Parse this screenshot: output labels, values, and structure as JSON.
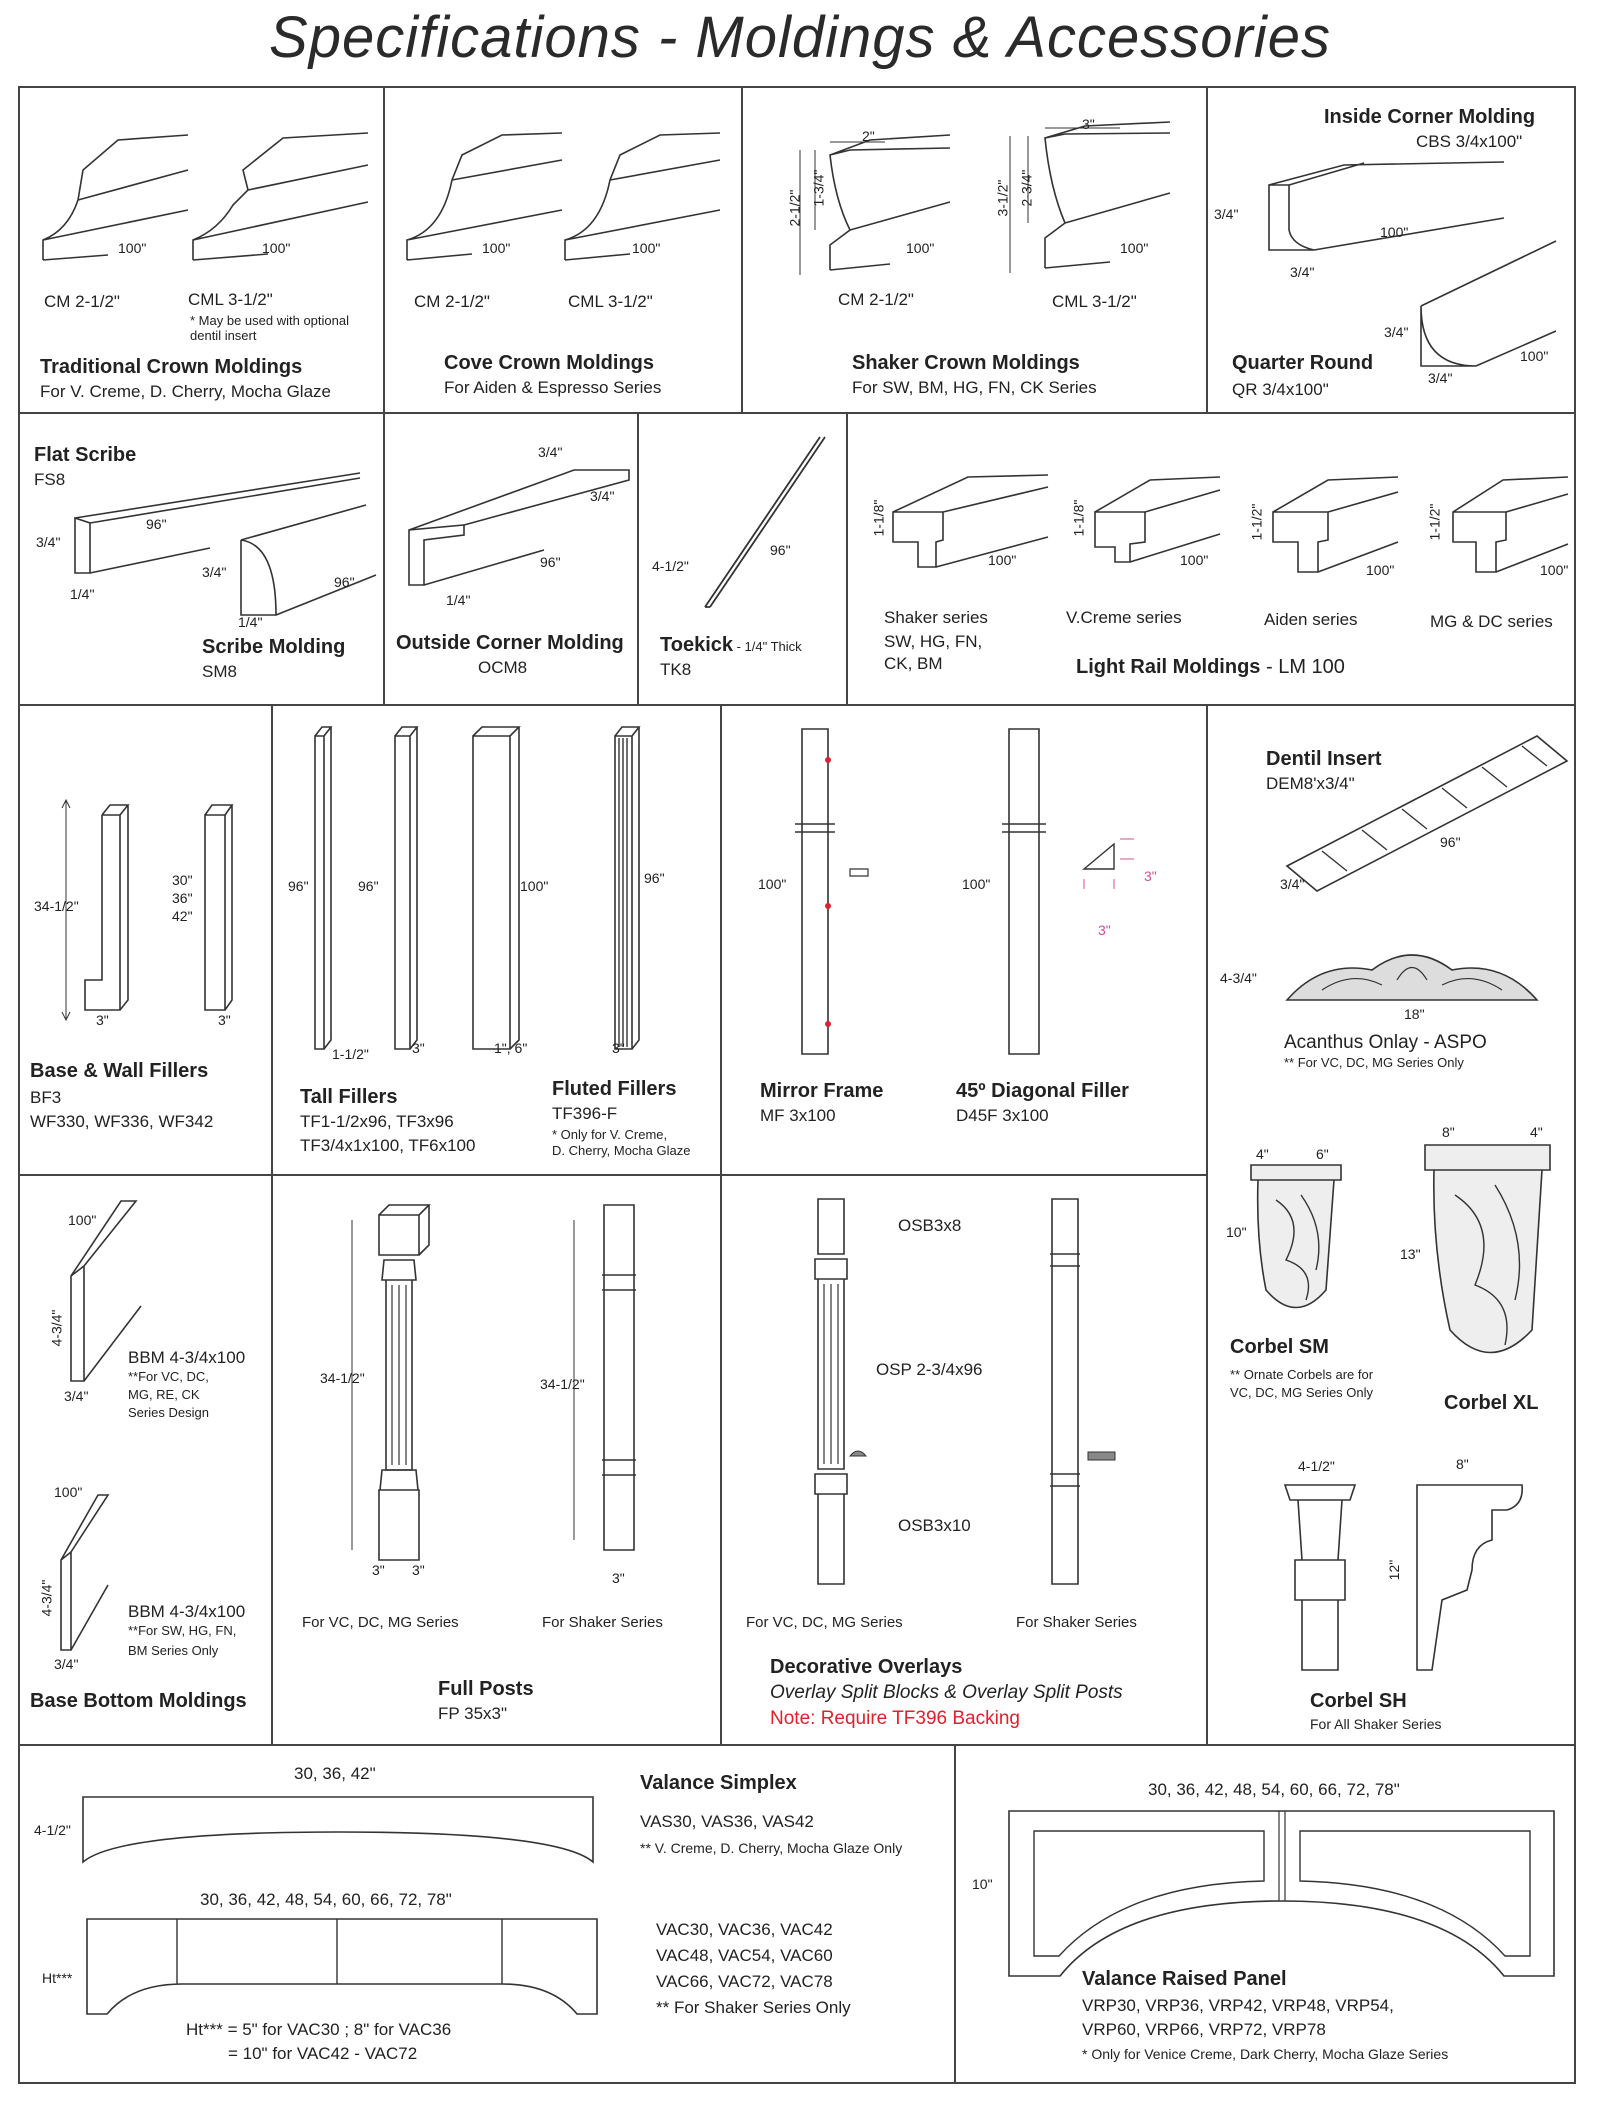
{
  "title": "Specifications - Moldings & Accessories",
  "row1": {
    "traditional": {
      "a": "CM 2-1/2\"",
      "b": "CML 3-1/2\"",
      "note": "* May be used with optional dentil insert",
      "heading": "Traditional Crown Moldings",
      "sub": "For V. Creme, D. Cherry, Mocha Glaze",
      "len": "100\""
    },
    "cove": {
      "a": "CM 2-1/2\"",
      "b": "CML 3-1/2\"",
      "heading": "Cove Crown Moldings",
      "sub": "For Aiden & Espresso Series",
      "len": "100\""
    },
    "shaker": {
      "a": "CM 2-1/2\"",
      "b": "CML 3-1/2\"",
      "heading": "Shaker Crown Moldings",
      "sub": "For SW, BM, HG, FN, CK Series",
      "d1": "2\"",
      "d2": "3\"",
      "d3": "2-1/2\"",
      "d4": "1-3/4\"",
      "d5": "3-1/2\"",
      "d6": "2-3/4\"",
      "len": "100\""
    },
    "corner": {
      "heading": "Inside Corner Molding",
      "code": "CBS 3/4x100\"",
      "qr_heading": "Quarter Round",
      "qr_code": "QR 3/4x100\"",
      "d34": "3/4\"",
      "len": "100\""
    }
  },
  "row2": {
    "flat": {
      "heading": "Flat Scribe",
      "code": "FS8",
      "d1": "3/4\"",
      "d2": "1/4\"",
      "len": "96\""
    },
    "scribe": {
      "heading": "Scribe Molding",
      "code": "SM8",
      "d1": "3/4\"",
      "d2": "1/4\"",
      "len": "96\""
    },
    "ocm": {
      "heading": "Outside Corner Molding",
      "code": "OCM8",
      "d1": "3/4\"",
      "d2": "1/4\"",
      "len": "96\""
    },
    "toekick": {
      "heading": "Toekick",
      "note": " - 1/4\" Thick",
      "code": "TK8",
      "d": "4-1/2\"",
      "len": "96\""
    },
    "light": {
      "s1": "Shaker series",
      "s1b": "SW, HG, FN,",
      "s1c": "CK, BM",
      "s2": "V.Creme series",
      "s3": "Aiden series",
      "s4": "MG & DC series",
      "heading": "Light Rail Moldings",
      "code": " -  LM 100",
      "d1": "1-1/8\"",
      "d3": "1-1/2\"",
      "len": "100\""
    }
  },
  "row3": {
    "base": {
      "heading": "Base & Wall Fillers",
      "code1": "BF3",
      "code2": "WF330, WF336, WF342",
      "h": "34-1/2\"",
      "w": "3\"",
      "h2a": "30\"",
      "h2b": "36\"",
      "h2c": "42\""
    },
    "tall": {
      "heading": "Tall Fillers",
      "code1": "TF1-1/2x96, TF3x96",
      "code2": "TF3/4x1x100, TF6x100",
      "l96": "96\"",
      "l100": "100\"",
      "w1": "1-1/2\"",
      "w2": "3\"",
      "w3": "1\", 6\""
    },
    "fluted": {
      "heading": "Fluted Fillers",
      "code": "TF396-F",
      "note1": "* Only for V. Creme,",
      "note2": "D. Cherry, Mocha Glaze",
      "len": "96\"",
      "w": "3\""
    },
    "mirror": {
      "heading": "Mirror Frame",
      "code": "MF 3x100",
      "len": "100\""
    },
    "diag": {
      "heading": "45º Diagonal Filler",
      "code": "D45F 3x100",
      "len": "100\"",
      "d": "3\""
    },
    "dentil": {
      "heading": "Dentil Insert",
      "code": "DEM8'x3/4\"",
      "len": "96\"",
      "d": "3/4\""
    },
    "acanthus": {
      "heading": "Acanthus Onlay - ASPO",
      "note": "** For VC, DC, MG Series Only",
      "h": "4-3/4\"",
      "w": "18\""
    }
  },
  "row4": {
    "bbm1": {
      "code": "BBM 4-3/4x100",
      "n1": "**For VC, DC,",
      "n2": "MG, RE, CK",
      "n3": "Series Design",
      "h": "4-3/4\"",
      "w": "3/4\"",
      "len": "100\""
    },
    "bbm2": {
      "code": "BBM 4-3/4x100",
      "n1": "**For SW, HG, FN,",
      "n2": "BM Series Only",
      "h": "4-3/4\"",
      "w": "3/4\"",
      "len": "100\""
    },
    "bbm_heading": "Base Bottom Moldings",
    "posts": {
      "heading": "Full Posts",
      "code": "FP 35x3\"",
      "for1": "For VC, DC, MG Series",
      "for2": "For Shaker Series",
      "h": "34-1/2\"",
      "w": "3\""
    },
    "overlays": {
      "osb8": "OSB3x8",
      "osp": "OSP 2-3/4x96",
      "osb10": "OSB3x10",
      "for1": "For VC, DC, MG Series",
      "for2": "For Shaker Series",
      "heading": "Decorative Overlays",
      "sub": "Overlay Split Blocks & Overlay Split Posts",
      "note": "Note: Require TF396 Backing"
    },
    "corbel_sm": {
      "heading": "Corbel SM",
      "note1": "** Ornate Corbels are for",
      "note2": "VC, DC, MG Series Only",
      "d1": "4\"",
      "d2": "6\"",
      "h": "10\""
    },
    "corbel_xl": {
      "heading": "Corbel XL",
      "d1": "8\"",
      "d2": "4\"",
      "h": "13\""
    },
    "corbel_sh": {
      "heading": "Corbel SH",
      "sub": "For All Shaker Series",
      "d1": "4-1/2\"",
      "d2": "8\"",
      "h": "12\""
    }
  },
  "row5": {
    "simplex": {
      "top": "30, 36, 42\"",
      "h": "4-1/2\"",
      "heading": "Valance Simplex",
      "codes": "VAS30, VAS36, VAS42",
      "note": "** V. Creme, D. Cherry, Mocha Glaze Only"
    },
    "vac": {
      "top": "30, 36, 42, 48, 54, 60, 66, 72, 78\"",
      "ht": "Ht***",
      "f1": "Ht*** =  5\" for VAC30 ; 8\" for VAC36",
      "f2": "= 10\" for VAC42 - VAC72",
      "c1": "VAC30, VAC36, VAC42",
      "c2": "VAC48, VAC54, VAC60",
      "c3": "VAC66, VAC72, VAC78",
      "note": "** For Shaker Series Only"
    },
    "raised": {
      "top": "30, 36, 42, 48, 54, 60, 66, 72, 78\"",
      "h": "10\"",
      "heading": "Valance Raised Panel",
      "c1": "VRP30, VRP36, VRP42, VRP48, VRP54,",
      "c2": "VRP60, VRP66, VRP72, VRP78",
      "note": "* Only for Venice Creme, Dark Cherry, Mocha Glaze Series"
    }
  },
  "colors": {
    "ink": "#222222",
    "rule": "#444444",
    "note": "#e0202a",
    "dim": "#d05090"
  }
}
